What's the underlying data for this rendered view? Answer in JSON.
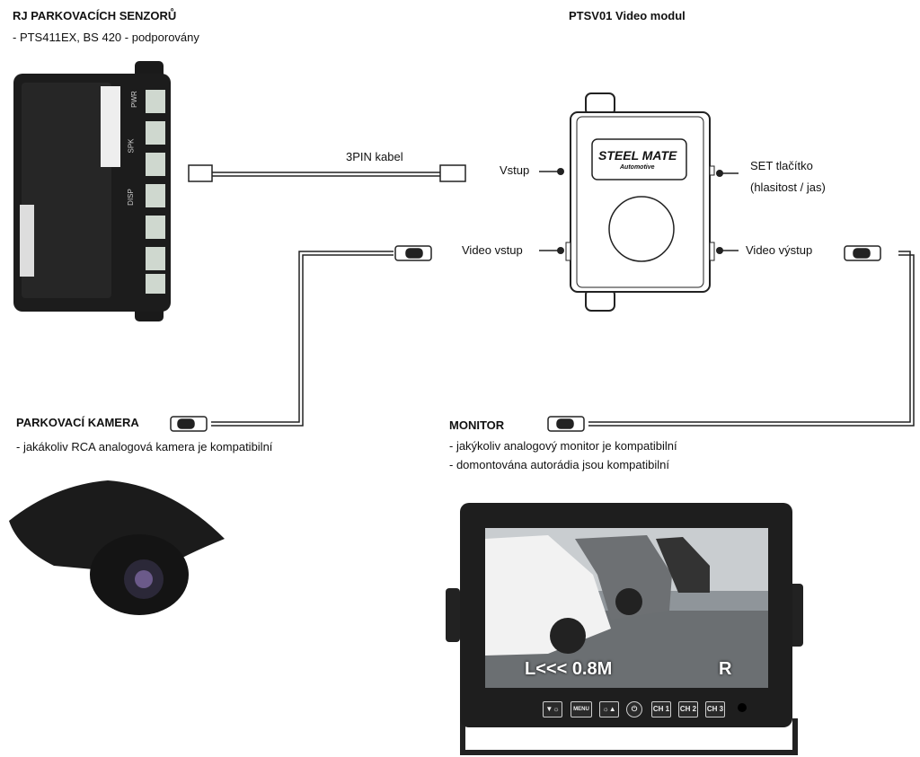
{
  "sensor": {
    "title": "RJ PARKOVACÍCH  SENZORŮ",
    "subtitle": "- PTS411EX, BS 420 - podporovány",
    "port_labels": [
      "DISP",
      "SPK",
      "PWR"
    ]
  },
  "module": {
    "title": "PTSV01 Video modul",
    "brand": "STEEL MATE",
    "brand_sub": "Automotive",
    "labels": {
      "input": "Vstup",
      "set": "SET tlačítko",
      "set_sub": "(hlasitost / jas)",
      "video_in": "Video vstup",
      "video_out": "Video výstup"
    }
  },
  "cable": {
    "label": "3PIN  kabel"
  },
  "camera": {
    "title": "PARKOVACÍ  KAMERA",
    "note": "- jakákoliv RCA analogová kamera je kompatibilní"
  },
  "monitor": {
    "title": "MONITOR",
    "notes": [
      "- jakýkoliv analogový monitor je kompatibilní",
      "- domontována autorádia jsou kompatibilní"
    ],
    "osd_left": "L<<< 0.8M",
    "osd_right": "R",
    "buttons": [
      "▼☼",
      "MENU",
      "☼▲",
      "⏻",
      "CH 1",
      "CH 2",
      "CH 3"
    ]
  }
}
